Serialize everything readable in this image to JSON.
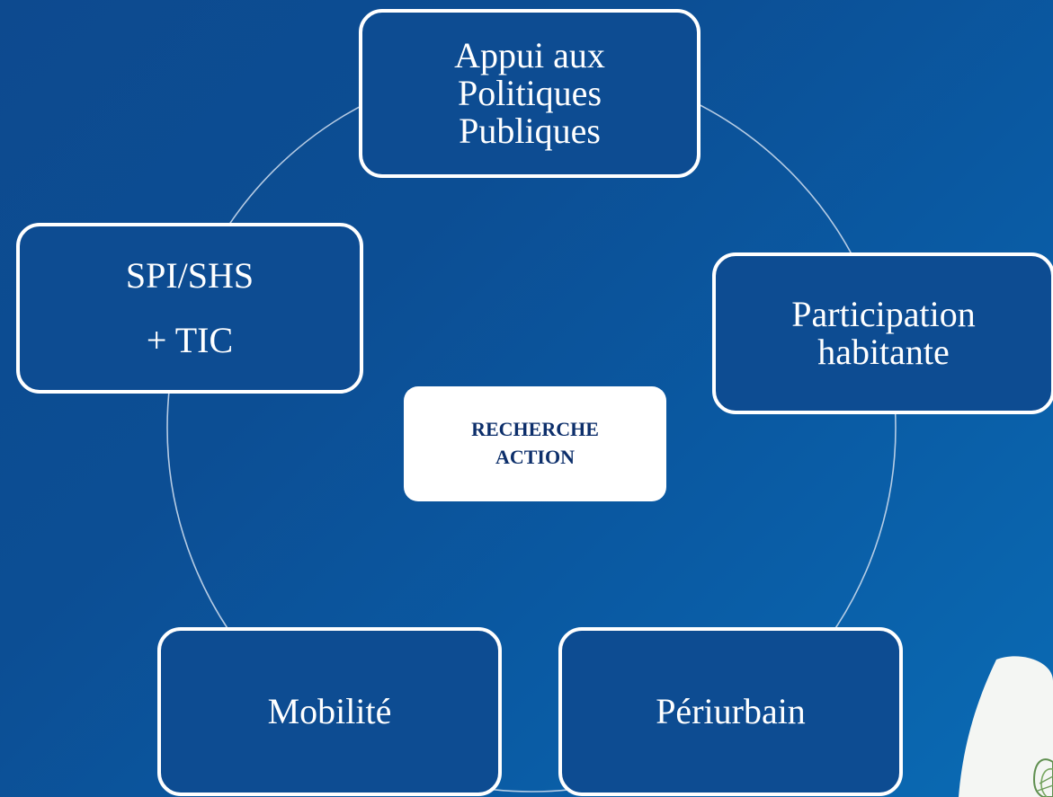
{
  "center": {
    "line1": "RECHERCHE",
    "line2": "ACTION"
  },
  "nodes": {
    "top": [
      "Appui aux",
      "Politiques",
      "Publiques"
    ],
    "left": [
      "SPI/SHS",
      "+ TIC"
    ],
    "right": [
      "Participation",
      "habitante"
    ],
    "bottom_left": [
      "Mobilité"
    ],
    "bottom_right": [
      "Périurbain"
    ]
  },
  "colors": {
    "background_start": "#0d4a8f",
    "background_end": "#0a6bb4",
    "node_fill": "#0d4c92",
    "node_border": "#ffffff",
    "center_text": "#0d2f6b"
  }
}
